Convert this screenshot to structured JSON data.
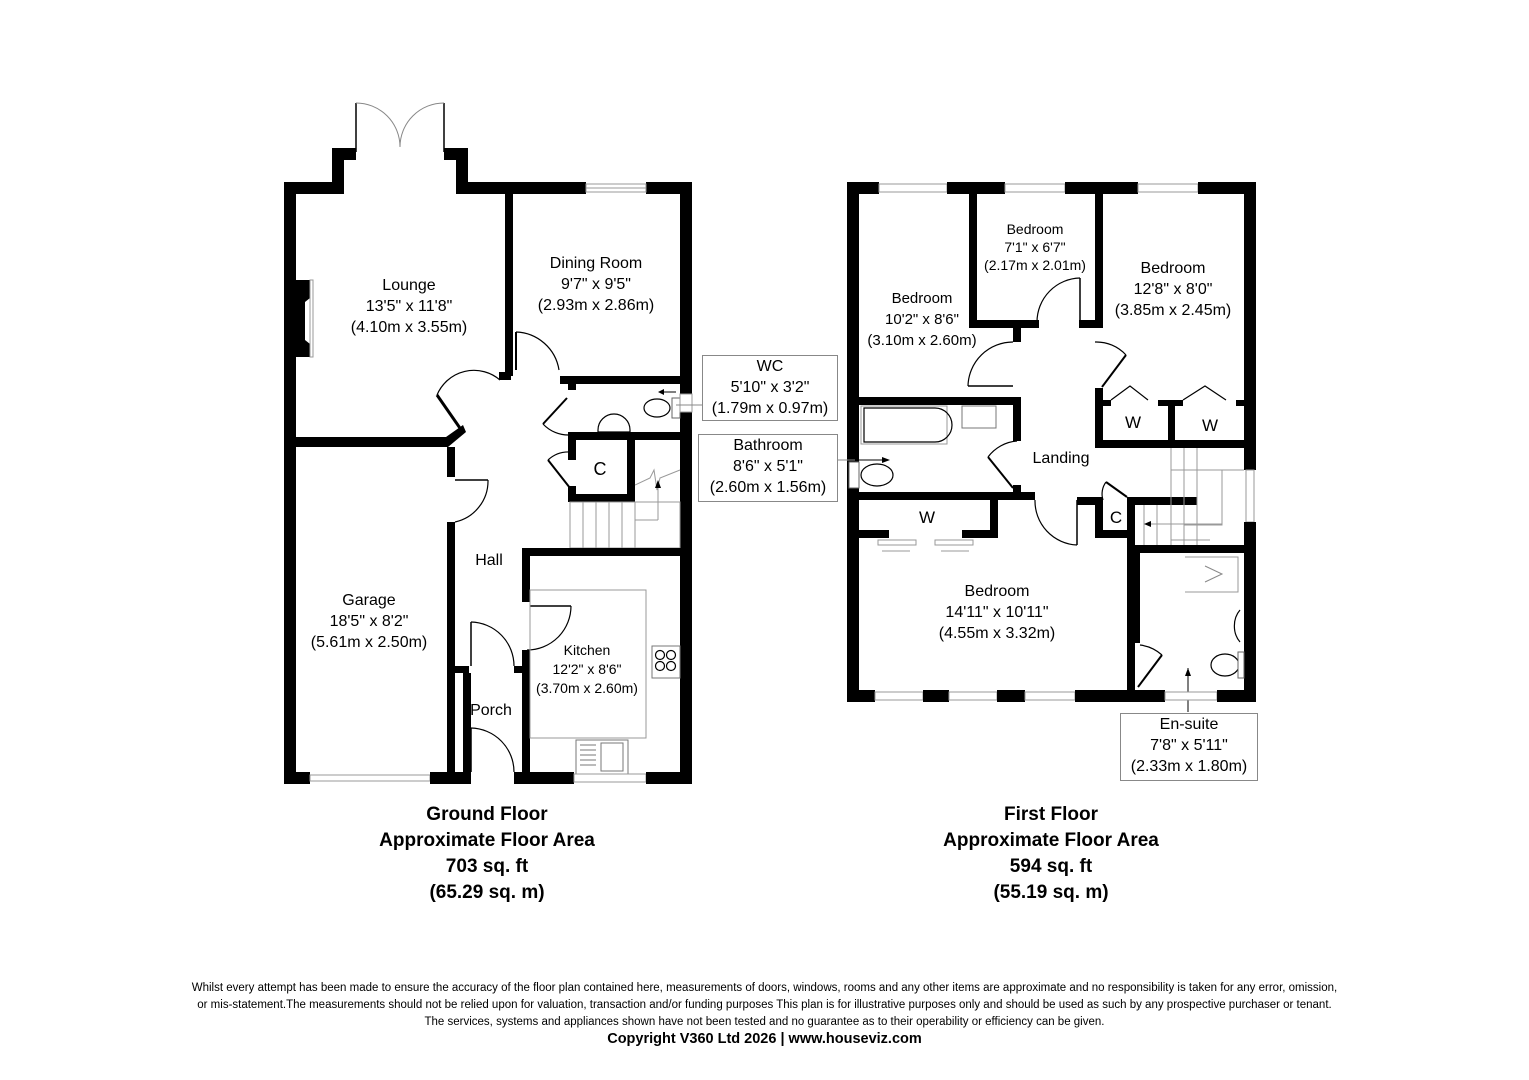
{
  "ground_floor": {
    "title": "Ground Floor",
    "subtitle": "Approximate Floor Area",
    "area_sqft": "703 sq. ft",
    "area_sqm": "(65.29 sq. m)",
    "rooms": {
      "lounge": {
        "name": "Lounge",
        "imperial": "13'5\" x 11'8\"",
        "metric": "(4.10m x 3.55m)"
      },
      "dining": {
        "name": "Dining Room",
        "imperial": "9'7\" x 9'5\"",
        "metric": "(2.93m x 2.86m)"
      },
      "wc": {
        "name": "WC",
        "imperial": "5'10\" x 3'2\"",
        "metric": "(1.79m x 0.97m)"
      },
      "cupboard": {
        "name": "C"
      },
      "hall": {
        "name": "Hall"
      },
      "garage": {
        "name": "Garage",
        "imperial": "18'5\" x 8'2\"",
        "metric": "(5.61m x 2.50m)"
      },
      "kitchen": {
        "name": "Kitchen",
        "imperial": "12'2\" x 8'6\"",
        "metric": "(3.70m x 2.60m)"
      },
      "porch": {
        "name": "Porch"
      }
    }
  },
  "first_floor": {
    "title": "First Floor",
    "subtitle": "Approximate Floor Area",
    "area_sqft": "594 sq. ft",
    "area_sqm": "(55.19 sq. m)",
    "rooms": {
      "bedroom_small": {
        "name": "Bedroom",
        "imperial": "7'1\" x 6'7\"",
        "metric": "(2.17m x 2.01m)"
      },
      "bedroom_left": {
        "name": "Bedroom",
        "imperial": "10'2\" x 8'6\"",
        "metric": "(3.10m x 2.60m)"
      },
      "bedroom_right": {
        "name": "Bedroom",
        "imperial": "12'8\" x 8'0\"",
        "metric": "(3.85m x 2.45m)"
      },
      "wardrobe_1": {
        "name": "W"
      },
      "wardrobe_2": {
        "name": "W"
      },
      "wardrobe_3": {
        "name": "W"
      },
      "bathroom": {
        "name": "Bathroom",
        "imperial": "8'6\" x 5'1\"",
        "metric": "(2.60m x 1.56m)"
      },
      "landing": {
        "name": "Landing"
      },
      "cupboard": {
        "name": "C"
      },
      "bedroom_master": {
        "name": "Bedroom",
        "imperial": "14'11\" x 10'11\"",
        "metric": "(4.55m x 3.32m)"
      },
      "ensuite": {
        "name": "En-suite",
        "imperial": "7'8\" x 5'11\"",
        "metric": "(2.33m x 1.80m)"
      }
    }
  },
  "disclaimer": [
    "Whilst every attempt has been made to ensure the accuracy of the floor plan contained here, measurements of doors, windows, rooms and any other items are approximate and no responsibility is taken for any error, omission,",
    "or mis-statement.The measurements should not be relied upon for valuation, transaction and/or funding purposes This plan is for illustrative purposes only and should be used as such by any prospective purchaser or tenant.",
    "The services, systems and appliances shown have not been tested and no guarantee as to their operability or efficiency can be given."
  ],
  "copyright": "Copyright V360 Ltd 2026 | www.houseviz.com"
}
